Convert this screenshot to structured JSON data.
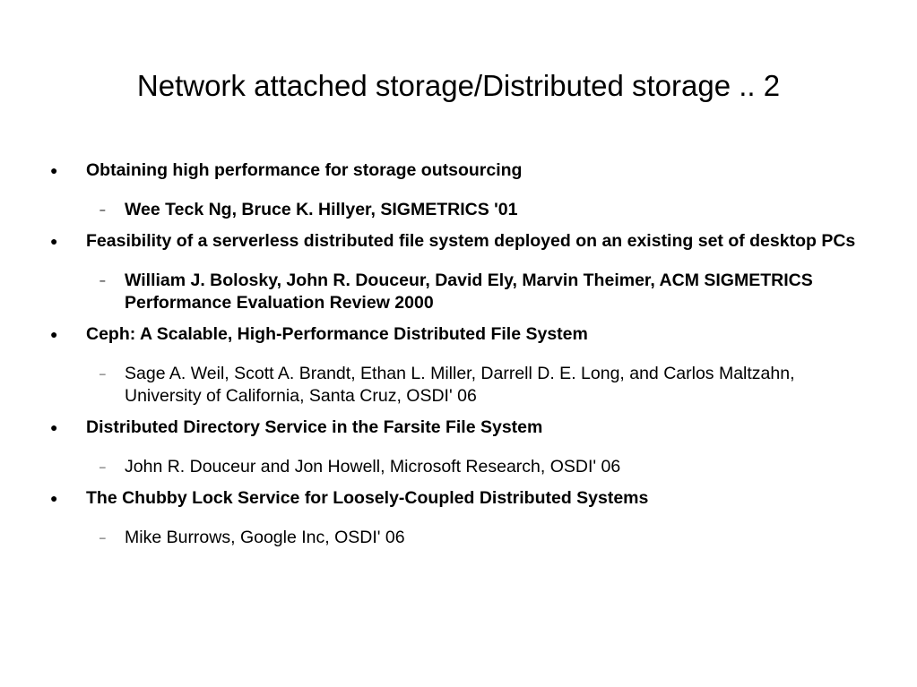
{
  "slide": {
    "title": "Network attached storage/Distributed storage .. 2",
    "items": [
      {
        "text": "Obtaining high performance for storage outsourcing",
        "sub": "Wee Teck Ng, Bruce K. Hillyer, SIGMETRICS '01"
      },
      {
        "text": "Feasibility of a serverless distributed file system deployed on an existing set of desktop PCs",
        "sub": "William J. Bolosky, John R. Douceur, David Ely, Marvin Theimer, ACM SIGMETRICS Performance Evaluation Review 2000"
      },
      {
        "text": "Ceph: A Scalable, High-Performance Distributed File System",
        "sub": "Sage A. Weil, Scott A. Brandt, Ethan L. Miller, Darrell D. E. Long, and Carlos Maltzahn, University of California, Santa Cruz, OSDI' 06"
      },
      {
        "text": "Distributed Directory Service in the Farsite File System",
        "sub": "John R. Douceur and Jon Howell, Microsoft Research, OSDI' 06"
      },
      {
        "text": "The Chubby Lock Service for Loosely-Coupled Distributed Systems",
        "sub": "Mike Burrows, Google Inc, OSDI' 06"
      }
    ],
    "bullet_glyph": "●",
    "dash_glyph": "–"
  }
}
